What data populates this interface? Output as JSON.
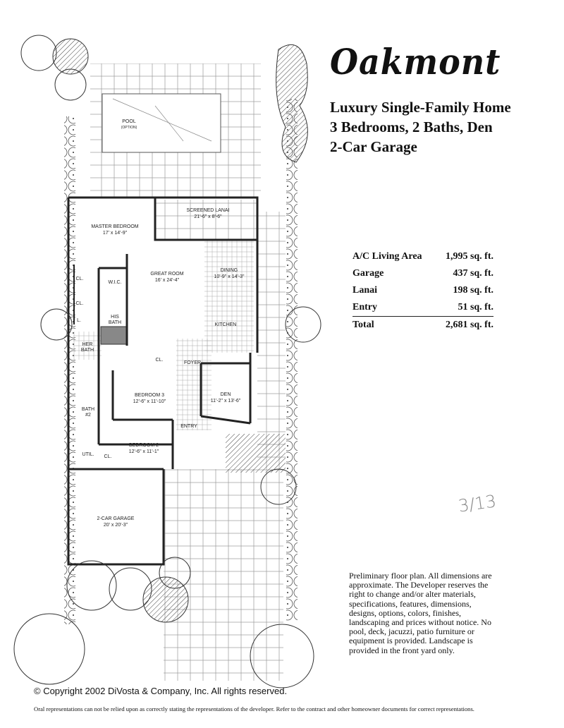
{
  "header": {
    "title": "Oakmont",
    "subtitle_lines": [
      "Luxury Single-Family Home",
      "3 Bedrooms, 2 Baths, Den",
      "2-Car Garage"
    ]
  },
  "areas": {
    "rows": [
      {
        "label": "A/C Living Area",
        "value": "1,995 sq. ft."
      },
      {
        "label": "Garage",
        "value": "437 sq. ft."
      },
      {
        "label": "Lanai",
        "value": "198 sq. ft."
      },
      {
        "label": "Entry",
        "value": "51 sq. ft."
      }
    ],
    "total": {
      "label": "Total",
      "value": "2,681 sq. ft."
    }
  },
  "plan": {
    "pool": {
      "name": "POOL",
      "note": "(OPTION)"
    },
    "rooms": {
      "lanai": {
        "name": "SCREENED LANAI",
        "dims": "21'-6\" x 8'-6\""
      },
      "master": {
        "name": "MASTER BEDROOM",
        "dims": "17' x 14'-9\""
      },
      "great": {
        "name": "GREAT ROOM",
        "dims": "16' x 24'-4\""
      },
      "dining": {
        "name": "DINING",
        "dims": "10'-9\" x 14'-3\""
      },
      "wic": {
        "name": "W.I.C."
      },
      "his_bath": {
        "name": "HIS",
        "name2": "BATH"
      },
      "her_bath": {
        "name": "HER",
        "name2": "BATH"
      },
      "kitchen": {
        "name": "KITCHEN"
      },
      "foyer": {
        "name": "FOYER"
      },
      "closet": {
        "name": "CL."
      },
      "l": {
        "name": "L."
      },
      "bed3": {
        "name": "BEDROOM 3",
        "dims": "12'-6\" x 11'-10\""
      },
      "den": {
        "name": "DEN",
        "dims": "11'-2\" x 13'-6\""
      },
      "bath2": {
        "name": "BATH",
        "name2": "#2"
      },
      "entry": {
        "name": "ENTRY"
      },
      "util": {
        "name": "UTIL."
      },
      "bed2": {
        "name": "BEDROOM 2",
        "dims": "12'-6\" x 11'-1\""
      },
      "garage": {
        "name": "2-CAR GARAGE",
        "dims": "20' x 20'-3\""
      }
    }
  },
  "handwritten_note": "3/13",
  "disclaimer": "Preliminary floor plan. All dimensions are approximate. The Developer reserves the right to change and/or alter materials, specifications, features, dimensions, designs, options, colors, finishes, landscaping and prices without notice. No pool, deck, jacuzzi, patio furniture or equipment is provided. Landscape is provided in the front yard only.",
  "copyright": "© Copyright 2002 DiVosta & Company, Inc. All rights reserved.",
  "oral_notice": "Oral representations can not be relied upon as correctly stating the representations of the developer. Refer to the contract and other homeowner documents for correct representations."
}
